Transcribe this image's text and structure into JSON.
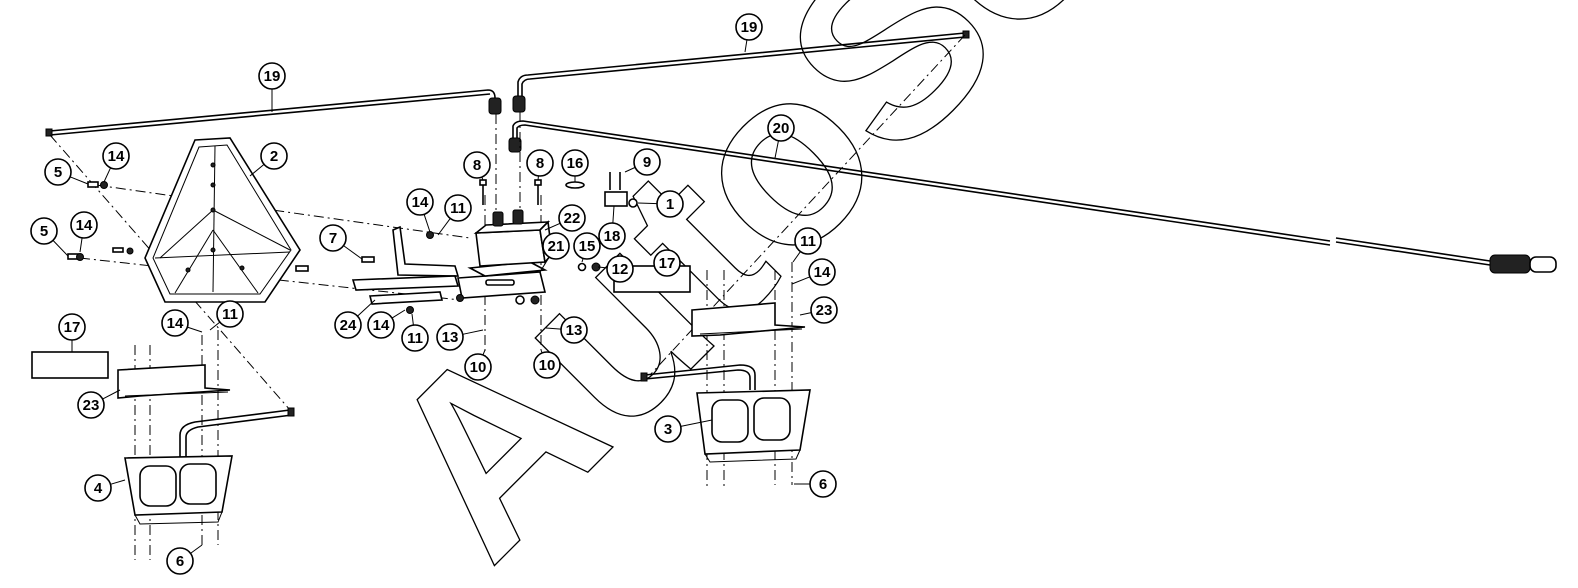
{
  "diagram": {
    "type": "exploded-parts-diagram",
    "watermark_text": "AutoSoft",
    "callouts": [
      {
        "id": "c19a",
        "label": "19"
      },
      {
        "id": "c19b",
        "label": "19"
      },
      {
        "id": "c20",
        "label": "20"
      },
      {
        "id": "c2",
        "label": "2"
      },
      {
        "id": "c14a",
        "label": "14"
      },
      {
        "id": "c5a",
        "label": "5"
      },
      {
        "id": "c14b",
        "label": "14"
      },
      {
        "id": "c5b",
        "label": "5"
      },
      {
        "id": "c8a",
        "label": "8"
      },
      {
        "id": "c8b",
        "label": "8"
      },
      {
        "id": "c16",
        "label": "16"
      },
      {
        "id": "c9",
        "label": "9"
      },
      {
        "id": "c1",
        "label": "1"
      },
      {
        "id": "c22",
        "label": "22"
      },
      {
        "id": "c18",
        "label": "18"
      },
      {
        "id": "c14c",
        "label": "14"
      },
      {
        "id": "c11a",
        "label": "11"
      },
      {
        "id": "c7",
        "label": "7"
      },
      {
        "id": "c21",
        "label": "21"
      },
      {
        "id": "c15",
        "label": "15"
      },
      {
        "id": "c12",
        "label": "12"
      },
      {
        "id": "c24",
        "label": "24"
      },
      {
        "id": "c14d",
        "label": "14"
      },
      {
        "id": "c11b",
        "label": "11"
      },
      {
        "id": "c13a",
        "label": "13"
      },
      {
        "id": "c13b",
        "label": "13"
      },
      {
        "id": "c10a",
        "label": "10"
      },
      {
        "id": "c10b",
        "label": "10"
      },
      {
        "id": "c11c",
        "label": "11"
      },
      {
        "id": "c14e",
        "label": "14"
      },
      {
        "id": "c17a",
        "label": "17"
      },
      {
        "id": "c17b",
        "label": "17"
      },
      {
        "id": "c23a",
        "label": "23"
      },
      {
        "id": "c23b",
        "label": "23"
      },
      {
        "id": "c14f",
        "label": "14"
      },
      {
        "id": "c11d",
        "label": "11"
      },
      {
        "id": "c3",
        "label": "3"
      },
      {
        "id": "c4",
        "label": "4"
      },
      {
        "id": "c6a",
        "label": "6"
      },
      {
        "id": "c6b",
        "label": "6"
      }
    ]
  }
}
